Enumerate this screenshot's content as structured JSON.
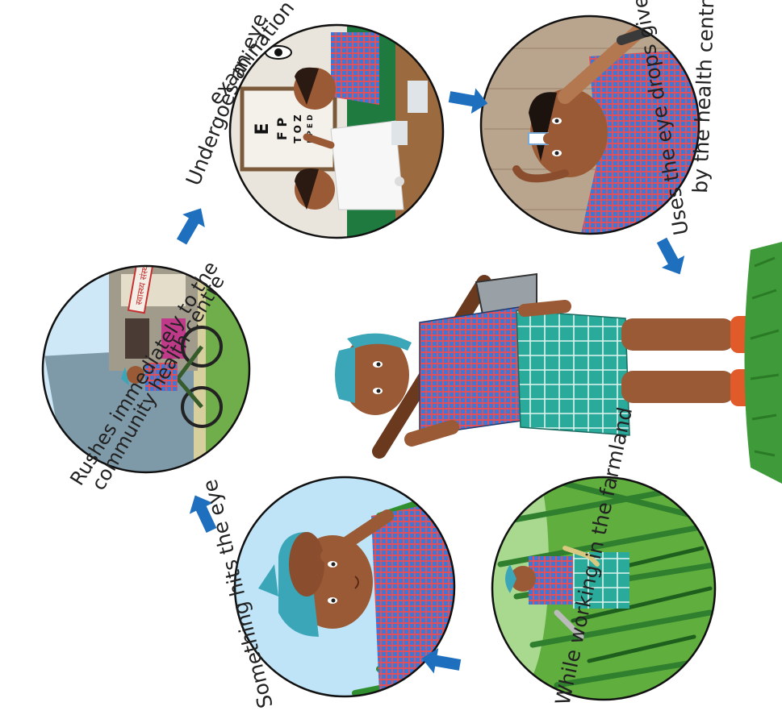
{
  "steps": [
    {
      "id": "farmland",
      "caption": "While working in the farmland"
    },
    {
      "id": "hit",
      "caption": "Something hits the eye"
    },
    {
      "id": "rush",
      "caption_line1": "Rushes immediately to the",
      "caption_line2": "community health centre",
      "sign_text": "स्वास्थ्य संस्था"
    },
    {
      "id": "exam",
      "caption_line1": "Undergoes an eye",
      "caption_line2": "examination",
      "chart_letters": [
        "E",
        "F P",
        "T O Z",
        "L P E D"
      ]
    },
    {
      "id": "drops",
      "caption_line1": "Uses the eye drops given",
      "caption_line2": "by the health centre"
    }
  ],
  "center_figure": {
    "subject": "farmer-with-hoe"
  },
  "colors": {
    "arrow": "#1f6fbf",
    "sky": "#bfe3f7",
    "grass": "#3f9a3a",
    "shirt": "#3f77d6",
    "shirt_check": "#e0505a",
    "turban": "#3aa6b8",
    "skin": "#9a5a36",
    "shorts": "#2aaa9a"
  },
  "icons": [
    "arrow-icon"
  ]
}
